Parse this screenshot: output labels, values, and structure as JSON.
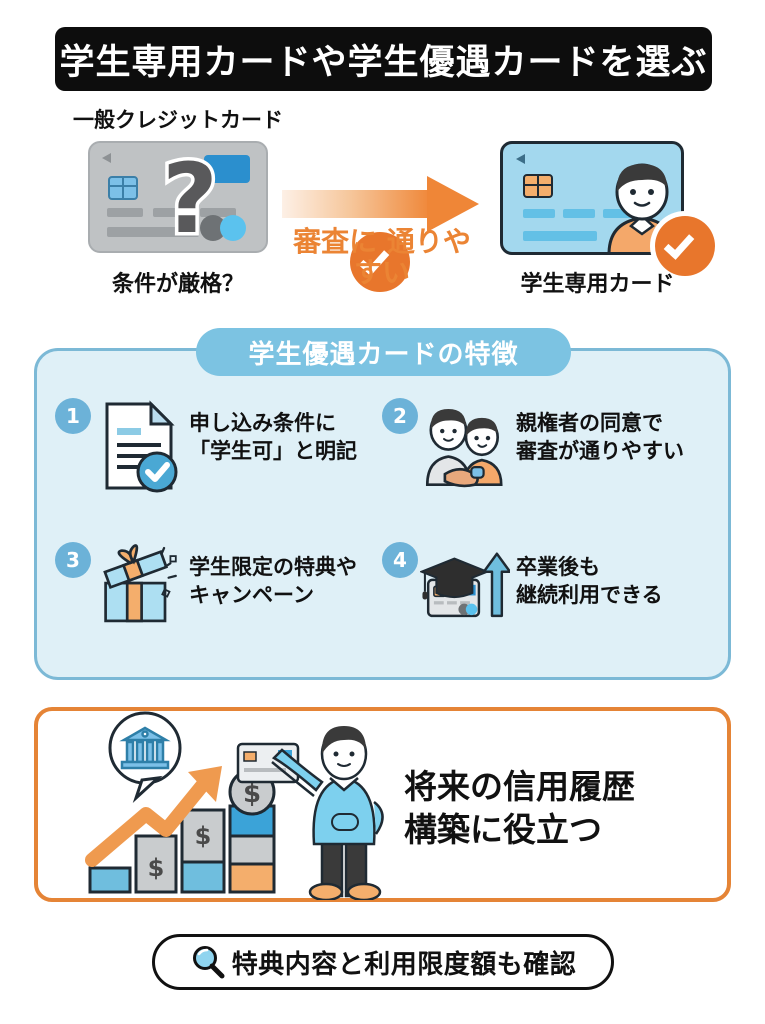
{
  "title": "学生専用カードや学生優遇カードを選ぶ",
  "compare": {
    "left_card_label": "一般クレジットカード",
    "left_card_caption": "条件が厳格？",
    "left_card_symbol": "?",
    "arrow_label": "審査に\n通りやすい",
    "right_card_label": "学生専用カード"
  },
  "features": {
    "heading": "学生優遇カードの特徴",
    "items": [
      {
        "number": "1",
        "text": "申し込み条件に\n「学生可」と明記",
        "icon": "document-check-icon"
      },
      {
        "number": "2",
        "text": "親権者の同意で\n審査が通りやすい",
        "icon": "handshake-icon"
      },
      {
        "number": "3",
        "text": "学生限定の特典や\nキャンペーン",
        "icon": "gift-box-icon"
      },
      {
        "number": "4",
        "text": "卒業後も\n継続利用できる",
        "icon": "graduation-card-arrow-icon"
      }
    ]
  },
  "benefit": {
    "text": "将来の信用履歴\n構築に役立つ",
    "illustration": "credit-growth-chart-illustration"
  },
  "footer": {
    "text": "特典内容と利用限度額も確認",
    "icon": "magnifier-icon"
  },
  "colors": {
    "title_bg": "#0d0d0d",
    "orange": "#e8762c",
    "orange_border": "#e58436",
    "panel_blue_bg": "#dff0f7",
    "panel_blue_border": "#7cb9d6",
    "badge_blue": "#6cb2d8",
    "heading_blue": "#7cc3e2",
    "card_gray": "#bfc2c4",
    "card_student_blue": "#a3d8ee"
  }
}
